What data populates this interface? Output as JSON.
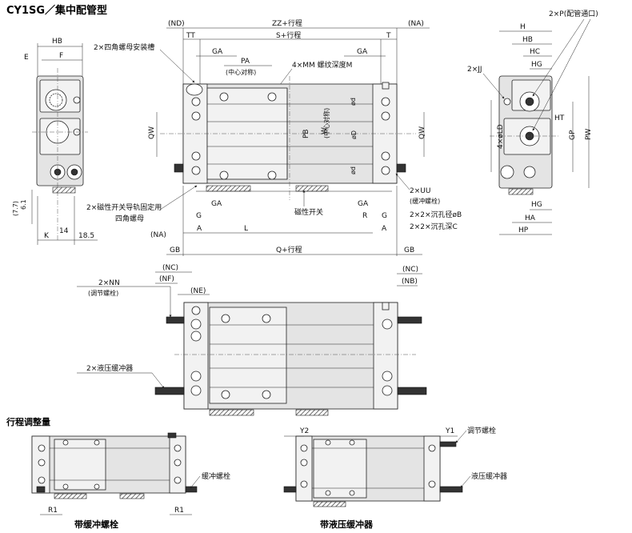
{
  "title": "CY1SG／集中配管型",
  "labels": {
    "HB": "HB",
    "E": "E",
    "F": "F",
    "H": "H",
    "HC": "HC",
    "HG": "HG",
    "HT": "HT",
    "HA": "HA",
    "HP": "HP",
    "GP": "GP",
    "PW": "PW",
    "QW": "QW",
    "PB": "PB",
    "W": "W",
    "ND": "(ND)",
    "NA": "(NA)",
    "TT": "TT",
    "T": "T",
    "ZZ": "ZZ+行程",
    "S": "S+行程",
    "GA": "GA",
    "PA": "PA",
    "center_sym": "(中心对称)",
    "MM": "4×MM 螺纹深度M",
    "square_nut_slot": "2×四角螺母安装槽",
    "P": "2×P(配管通口)",
    "JJ": "2×JJ",
    "LD": "4×øLD",
    "od": "ød",
    "oD": "øD",
    "UU": "2×UU",
    "buffer_bolt_p": "(缓冲螺栓)",
    "B": "2×2×沉孔径øB",
    "C": "2×2×沉孔深C",
    "magnet_sw": "磁性开关",
    "sw_rail": "2×磁性开关导轨固定用",
    "square_nut": "四角螺母",
    "G": "G",
    "A": "A",
    "L": "L",
    "R": "R",
    "K": "K",
    "v14": "14",
    "v185": "18.5",
    "v77": "(7.7)",
    "v61": "6.1",
    "GB": "GB",
    "Q": "Q+行程",
    "NC": "(NC)",
    "NF": "(NF)",
    "NE": "(NE)",
    "NB": "(NB)",
    "NN": "2×NN",
    "adj_bolt_p": "(调节螺栓)",
    "shock2": "2×液压缓冲器",
    "stroke_adj": "行程调整量",
    "Y2": "Y2",
    "Y1": "Y1",
    "adj_bolt": "调节螺栓",
    "buffer_bolt": "缓冲螺栓",
    "shock": "液压缓冲器",
    "R1": "R1",
    "with_buffer": "带缓冲螺栓",
    "with_shock": "带液压缓冲器"
  }
}
